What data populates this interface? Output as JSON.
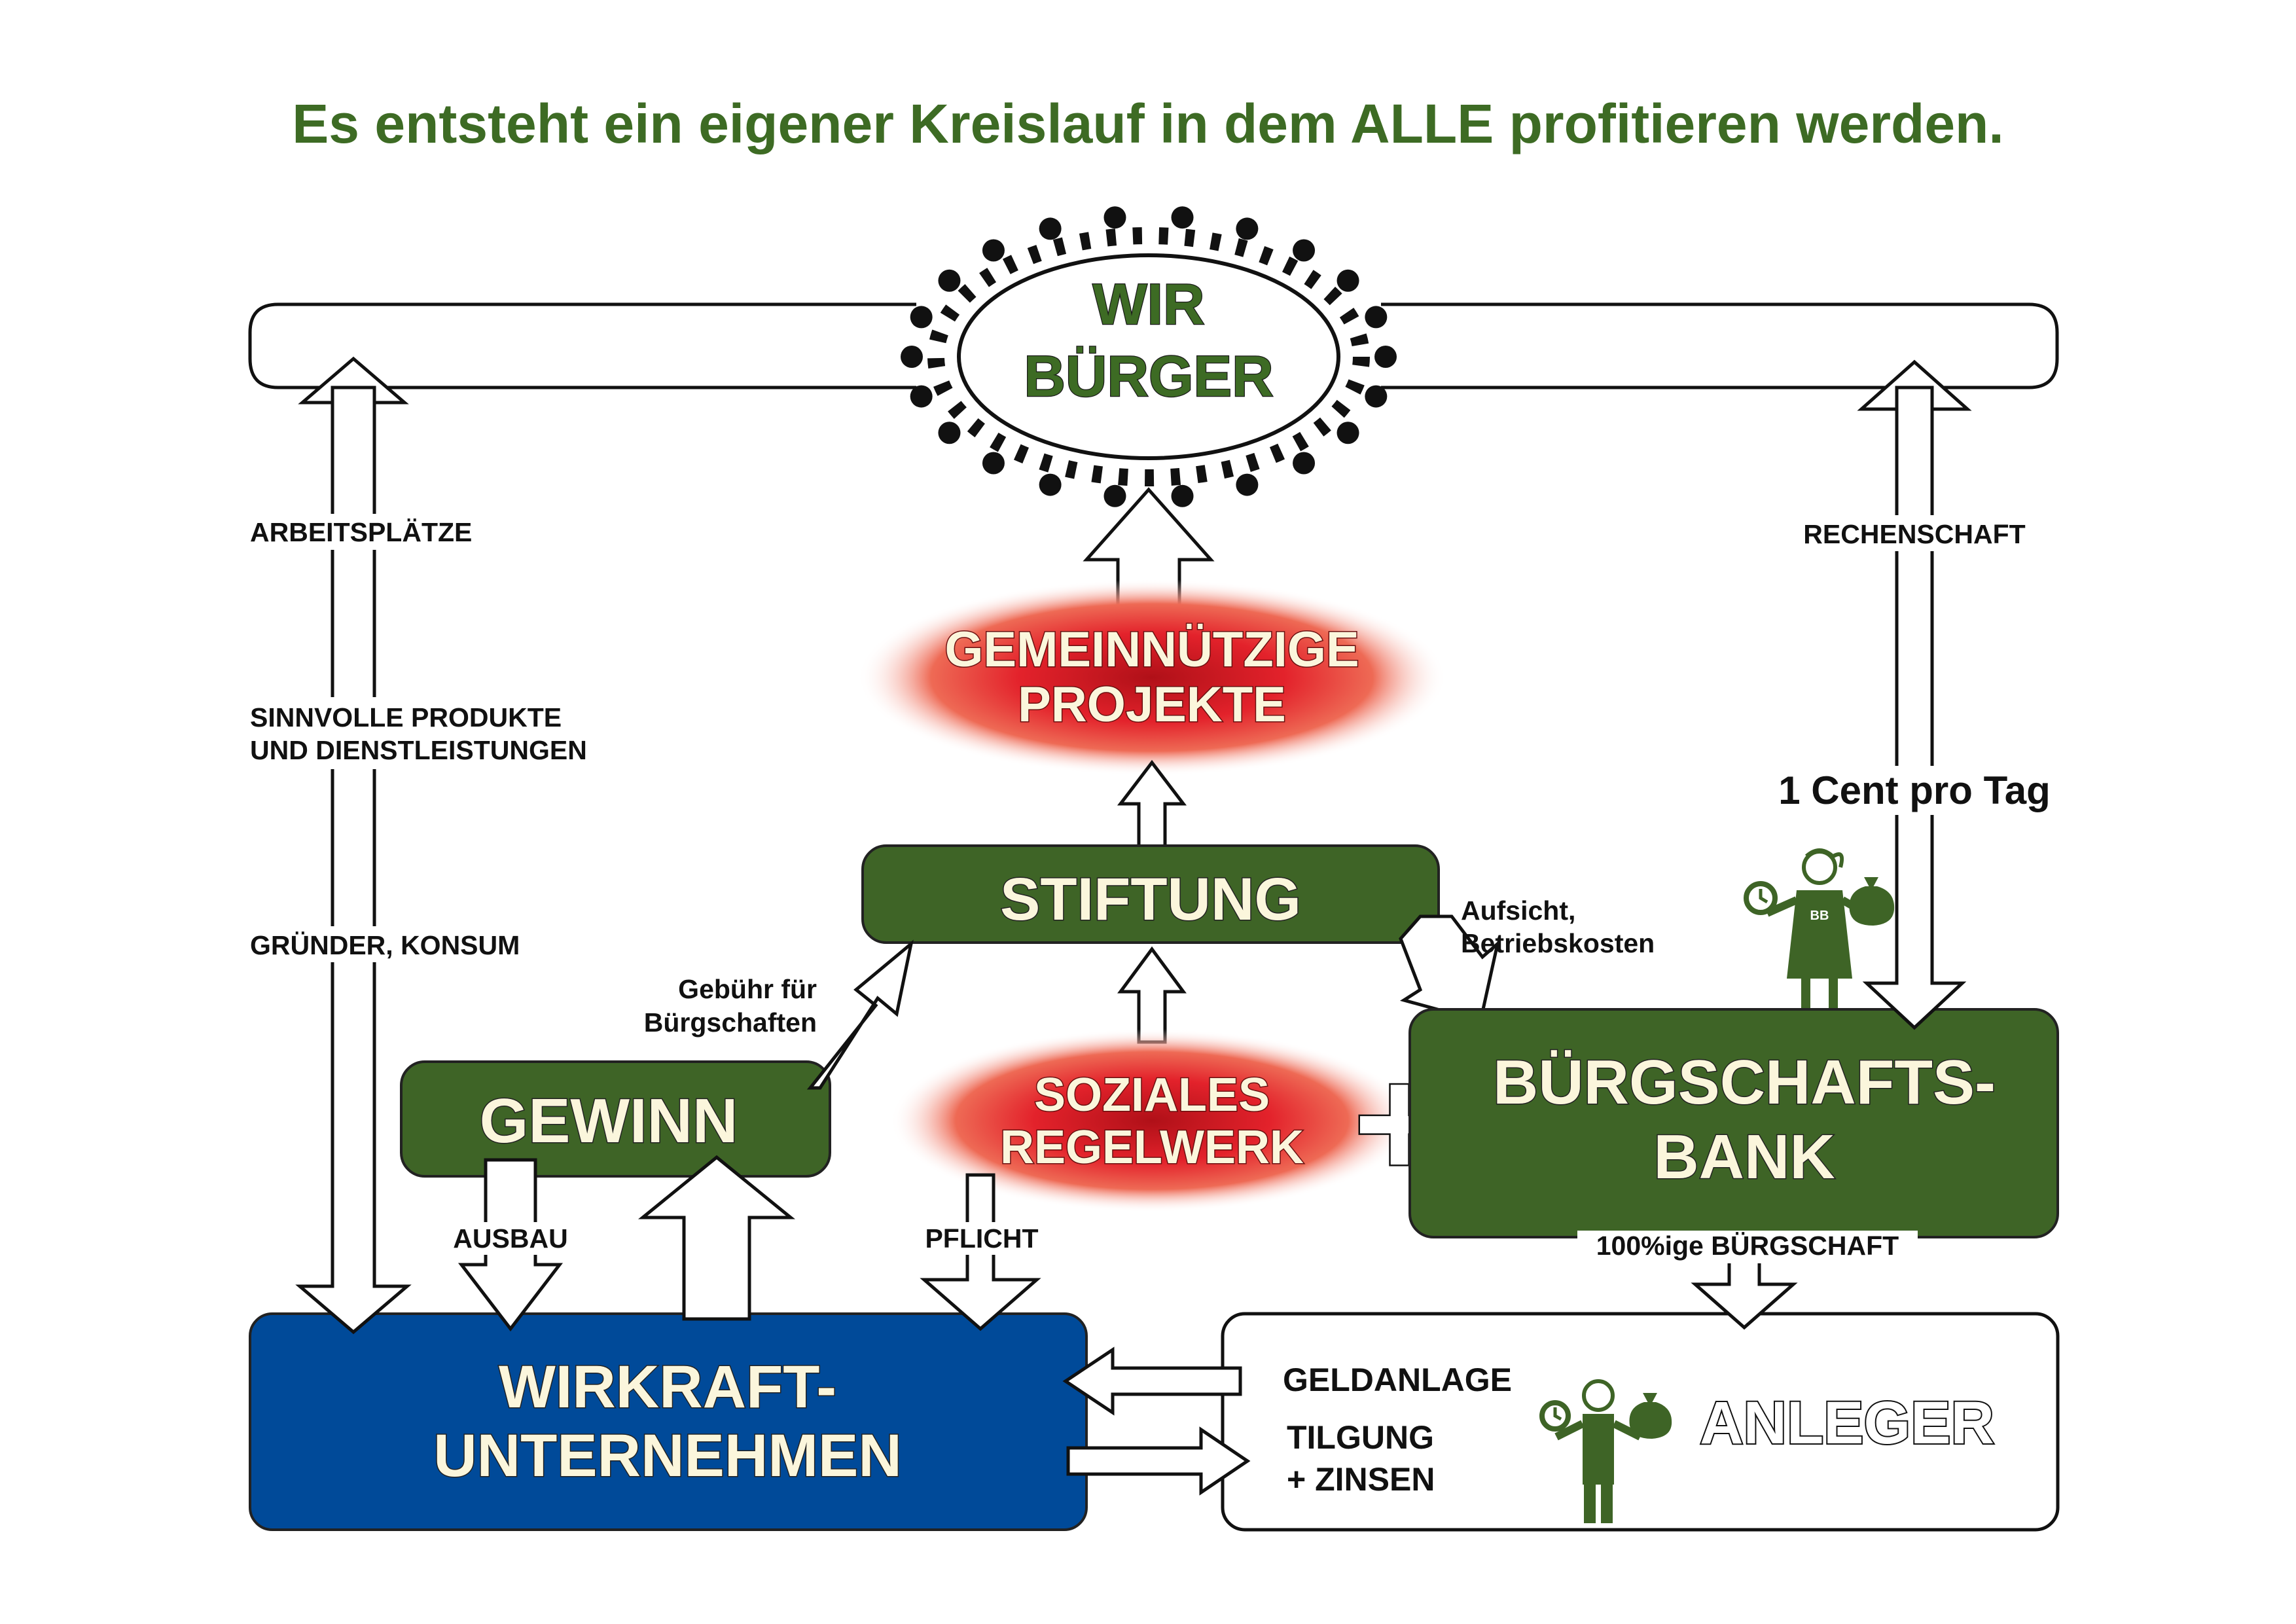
{
  "title": "Es entsteht ein eigener Kreislauf in dem ALLE profitieren werden.",
  "nodes": {
    "wir": {
      "line1": "WIR",
      "line2": "BÜRGER"
    },
    "projekte": {
      "line1": "GEMEINNÜTZIGE",
      "line2": "PROJEKTE"
    },
    "stiftung": {
      "label": "STIFTUNG"
    },
    "gewinn": {
      "label": "GEWINN"
    },
    "regelwerk": {
      "line1": "SOZIALES",
      "line2": "REGELWERK"
    },
    "plus": "+",
    "bank": {
      "line1": "BÜRGSCHAFTS-",
      "line2": "BANK",
      "figure_badge": "BB"
    },
    "wirkraft": {
      "line1": "WIRKRAFT-",
      "line2": "UNTERNEHMEN"
    },
    "anleger": {
      "label": "ANLEGER"
    }
  },
  "labels": {
    "arbeitsplaetze": "ARBEITSPLÄTZE",
    "sinnvolle1": "SINNVOLLE PRODUKTE",
    "sinnvolle2": "UND DIENSTLEISTUNGEN",
    "gruender": "GRÜNDER, KONSUM",
    "rechenschaft": "RECHENSCHAFT",
    "cent": "1 Cent pro Tag",
    "aufsicht1": "Aufsicht,",
    "aufsicht2": "Betriebskosten",
    "gebuehr1": "Gebühr für",
    "gebuehr2": "Bürgschaften",
    "ausbau": "AUSBAU",
    "pflicht": "PFLICHT",
    "buergschaft100": "100%ige BÜRGSCHAFT",
    "geldanlage": "GELDANLAGE",
    "tilgung1": "TILGUNG",
    "tilgung2": "+ ZINSEN"
  },
  "colors": {
    "green": "#3e6426",
    "title_green": "#3d6b24",
    "blue": "#004a99",
    "red": "#e3222b",
    "text_light": "#fbf6dc"
  },
  "icons": {
    "people_ring": "people-ring-icon",
    "bank_figure": "businesswoman-icon",
    "investor_figure": "businessman-icon",
    "clock": "clock-icon",
    "money_bag": "money-bag-icon"
  }
}
